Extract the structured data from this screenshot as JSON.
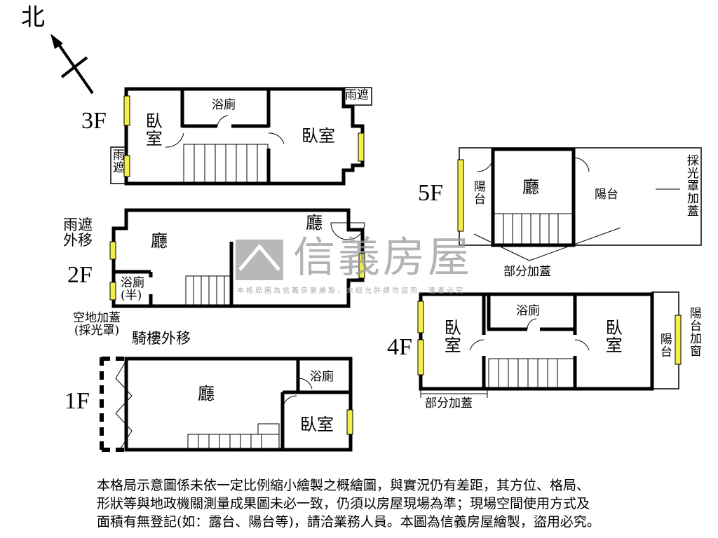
{
  "compass": {
    "north_label": "北"
  },
  "floors": {
    "f3": {
      "label": "3F",
      "room_left": "臥室",
      "bath": "浴廁",
      "room_right": "臥室",
      "canopy_top": "雨遮",
      "canopy_left": "雨遮"
    },
    "f5": {
      "label": "5F",
      "balcony_left": "陽台",
      "hall": "廳",
      "balcony_right": "陽台",
      "skylight": "採光罩加蓋",
      "partial": "部分加蓋"
    },
    "f2": {
      "label": "2F",
      "canopy_moved": "雨遮外移",
      "hall_left": "廳",
      "hall_right": "廳",
      "bath_half": "浴廁(半)"
    },
    "f1": {
      "label": "1F",
      "yard": "空地加蓋(採光罩)",
      "arcade": "騎樓外移",
      "hall": "廳",
      "bath": "浴廁",
      "room": "臥室"
    },
    "f4": {
      "label": "4F",
      "room_left": "臥室",
      "bath": "浴廁",
      "room_right": "臥室",
      "balcony": "陽台",
      "balcony_window": "陽台加窗",
      "partial": "部分加蓋"
    }
  },
  "watermark": {
    "brand": "信義房屋",
    "notice": "本格局圖為信義房屋繪製，未經允許請勿盜用，違者必究"
  },
  "disclaimer": [
    "本格局示意圖係未依一定比例縮小繪製之概繪圖，與實況仍有差距，其方位、格局、",
    "形狀等與地政機關測量成果圖未必一致，仍須以房屋現場為準；現場空間使用方式及",
    "面積有無登記(如：露台、陽台等)，請洽業務人員。本圖為信義房屋繪製，盜用必究。"
  ],
  "colors": {
    "wall": "#000000",
    "window": "#f2ee4a",
    "watermark": "#9a9a9a"
  }
}
